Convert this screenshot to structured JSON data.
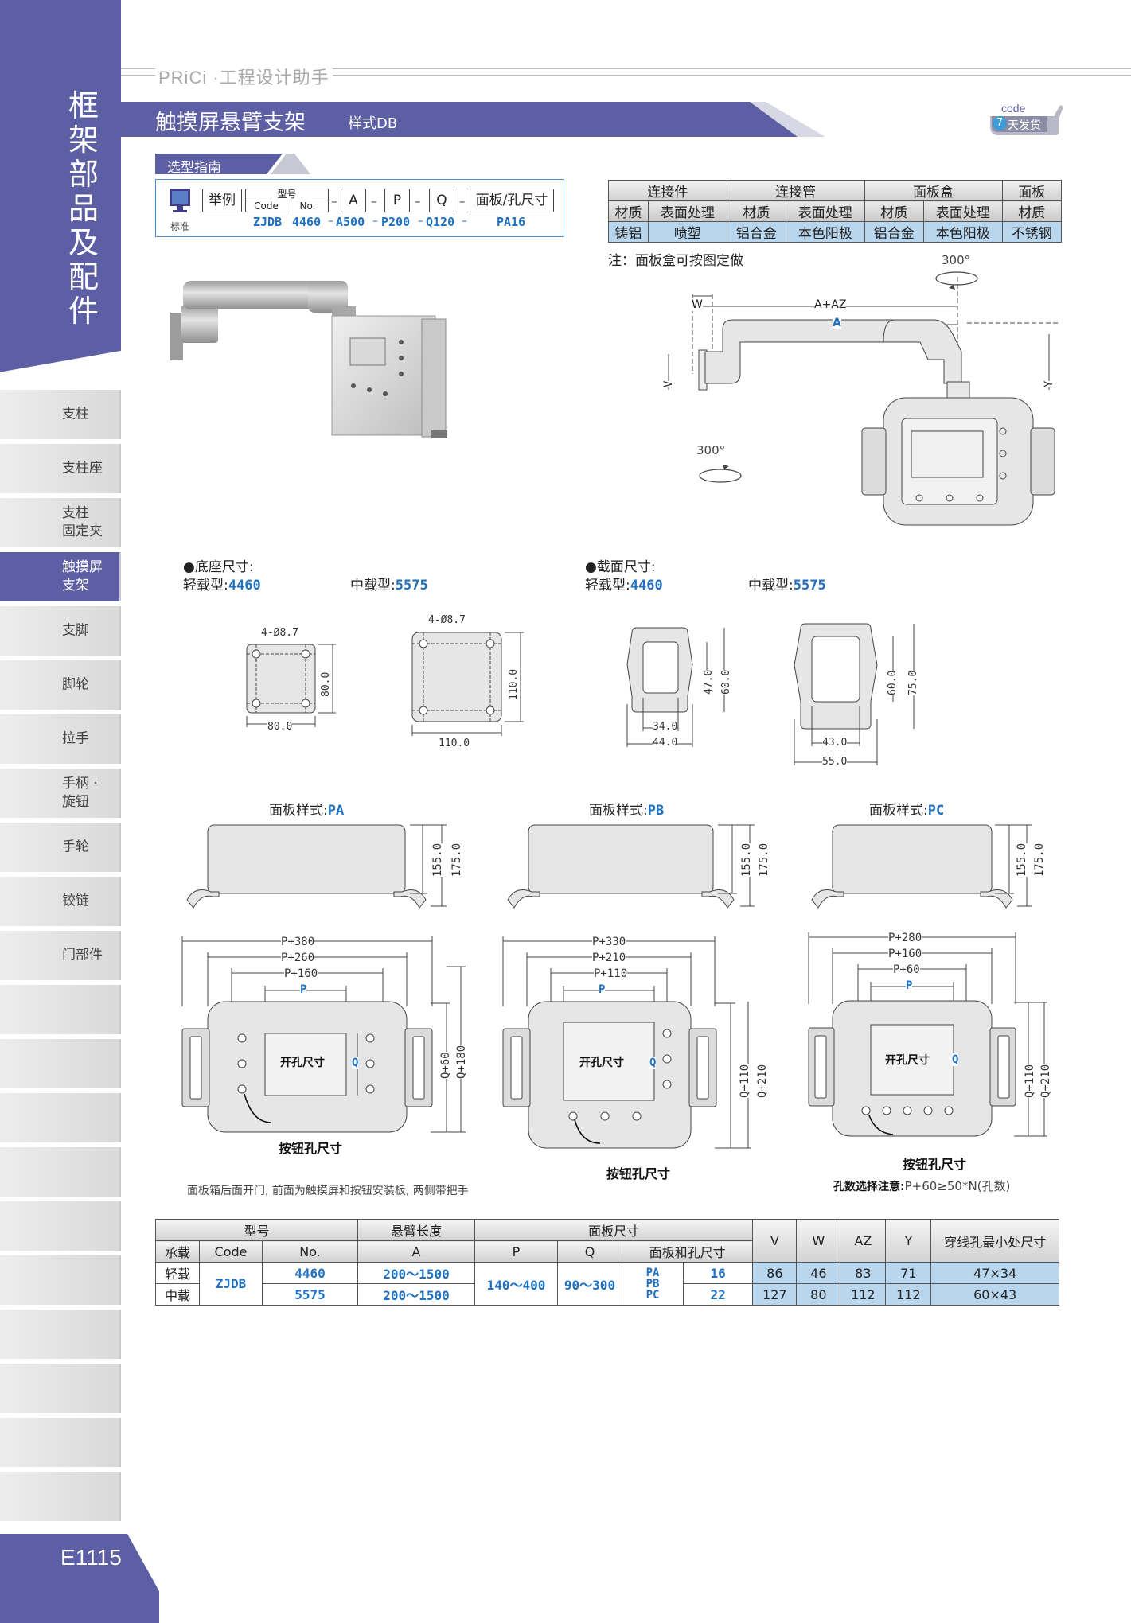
{
  "sidebar": {
    "section_title": [
      "框",
      "架",
      "部",
      "品",
      "及",
      "配",
      "件"
    ],
    "items": [
      {
        "label": "支柱"
      },
      {
        "label": "支柱座"
      },
      {
        "label": "支柱\n固定夹"
      },
      {
        "label": "触摸屏\n支架"
      },
      {
        "label": "支脚"
      },
      {
        "label": "脚轮"
      },
      {
        "label": "拉手"
      },
      {
        "label": "手柄 ·\n旋钮"
      },
      {
        "label": "手轮"
      },
      {
        "label": "铰链"
      },
      {
        "label": "门部件"
      }
    ],
    "active_index": 3,
    "page_number": "E1115"
  },
  "header": {
    "brand": "PRiCi ·工程设计助手",
    "title": "触摸屏悬臂支架",
    "subtitle": "样式DB",
    "badge": {
      "code": "code",
      "days": "7",
      "text": "天发货"
    }
  },
  "guide": {
    "label": "选型指南",
    "example_label": "举例",
    "standard_label": "标准",
    "type_label": "型号",
    "code_label": "Code",
    "no_label": "No.",
    "fields": [
      "A",
      "P",
      "Q",
      "面板/孔尺寸"
    ],
    "values": {
      "code": "ZJDB",
      "no": "4460",
      "a": "A500",
      "p": "P200",
      "q": "Q120",
      "panel": "PA16"
    }
  },
  "materials": {
    "groups": [
      "连接件",
      "连接管",
      "面板盒",
      "面板"
    ],
    "headers": [
      "材质",
      "表面处理",
      "材质",
      "表面处理",
      "材质",
      "表面处理",
      "材质"
    ],
    "values": [
      "铸铝",
      "喷塑",
      "铝合金",
      "本色阳极",
      "铝合金",
      "本色阳极",
      "不锈钢"
    ],
    "note": "注：面板盒可按图定做"
  },
  "assembly": {
    "w": "W",
    "a_az": "A+AZ",
    "a": "A",
    "v": "V",
    "y": "Y",
    "rot_top": "300°",
    "rot_bottom": "300°"
  },
  "base": {
    "title": "●底座尺寸:",
    "light_label": "轻载型:",
    "light_code": "4460",
    "medium_label": "中载型:",
    "medium_code": "5575",
    "light": {
      "holes": "4-Ø8.7",
      "w": "80.0",
      "h": "80.0"
    },
    "medium": {
      "holes": "4-Ø8.7",
      "w": "110.0",
      "h": "110.0"
    }
  },
  "section": {
    "title": "●截面尺寸:",
    "light_label": "轻载型:",
    "light_code": "4460",
    "medium_label": "中载型:",
    "medium_code": "5575",
    "light": {
      "inner_w": "34.0",
      "outer_w": "44.0",
      "inner_h": "47.0",
      "outer_h": "60.0"
    },
    "medium": {
      "inner_w": "43.0",
      "outer_w": "55.0",
      "inner_h": "60.0",
      "outer_h": "75.0"
    }
  },
  "panels": [
    {
      "label": "面板样式:",
      "code": "PA",
      "h1": "155.0",
      "h2": "175.0",
      "w1": "P+380",
      "w2": "P+260",
      "w3": "P+160",
      "p": "P",
      "q": "Q",
      "q1": "Q+60",
      "q2": "Q+180"
    },
    {
      "label": "面板样式:",
      "code": "PB",
      "h1": "155.0",
      "h2": "175.0",
      "w1": "P+330",
      "w2": "P+210",
      "w3": "P+110",
      "p": "P",
      "q": "Q",
      "q1": "Q+110",
      "q2": "Q+210"
    },
    {
      "label": "面板样式:",
      "code": "PC",
      "h1": "155.0",
      "h2": "175.0",
      "w1": "P+280",
      "w2": "P+160",
      "w3": "P+60",
      "p": "P",
      "q": "Q",
      "q1": "Q+110",
      "q2": "Q+210"
    }
  ],
  "panel_labels": {
    "cutout": "开孔尺寸",
    "button_holes": "按钮孔尺寸"
  },
  "panel_note": "面板箱后面开门, 前面为触摸屏和按钮安装板, 两侧带把手",
  "hole_note": {
    "label": "孔数选择注意:",
    "formula": "P+60≥50*N(孔数)"
  },
  "spec": {
    "headers": {
      "type": "型号",
      "load": "承载",
      "code": "Code",
      "no": "No.",
      "arm": "悬臂长度",
      "a": "A",
      "panel": "面板尺寸",
      "p": "P",
      "q": "Q",
      "panel_hole": "面板和孔尺寸",
      "v": "V",
      "w": "W",
      "az": "AZ",
      "y": "Y",
      "min_hole": "穿线孔最小处尺寸"
    },
    "code": "ZJDB",
    "p_range": "140～400",
    "q_range": "90～300",
    "panel_codes": [
      "PA",
      "PB",
      "PC"
    ],
    "rows": [
      {
        "load": "轻载",
        "no": "4460",
        "a": "200～1500",
        "hole": "16",
        "v": "86",
        "w": "46",
        "az": "83",
        "y": "71",
        "min": "47×34"
      },
      {
        "load": "中载",
        "no": "5575",
        "a": "200～1500",
        "hole": "22",
        "v": "127",
        "w": "80",
        "az": "112",
        "y": "112",
        "min": "60×43"
      }
    ]
  }
}
